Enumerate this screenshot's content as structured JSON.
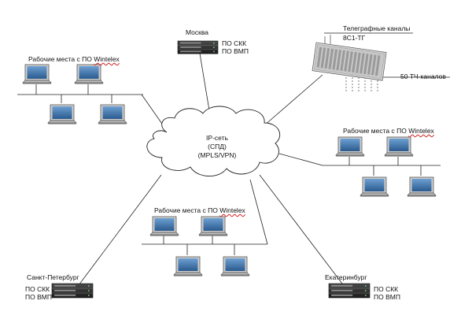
{
  "moscow": {
    "city": "Москва",
    "server_1": "ПО СКК",
    "server_2": "ПО ВМП"
  },
  "telegraph": {
    "title": "Телеграфные каналы",
    "subtitle": "8С1-ТГ",
    "tch_channels": "50 ТЧ-каналов"
  },
  "cloud": {
    "line_1": "IP-сеть",
    "line_2": "(СПД)",
    "line_3": "(MPLS/VPN)"
  },
  "workstations": {
    "label_prefix": "Рабочие места с ПО ",
    "label_vendor": "Wintelex"
  },
  "spb": {
    "city": "Санкт-Петербург",
    "server_1": "ПО СКК",
    "server_2": "ПО ВМП"
  },
  "ekb": {
    "city": "Екатеринбург",
    "server_1": "ПО СКК",
    "server_2": "ПО ВМП"
  },
  "colors": {
    "line": "#222222",
    "server_dark": "#2b2b2b",
    "monitor_screen": "#3d6fa5",
    "underline": "#d02020"
  }
}
